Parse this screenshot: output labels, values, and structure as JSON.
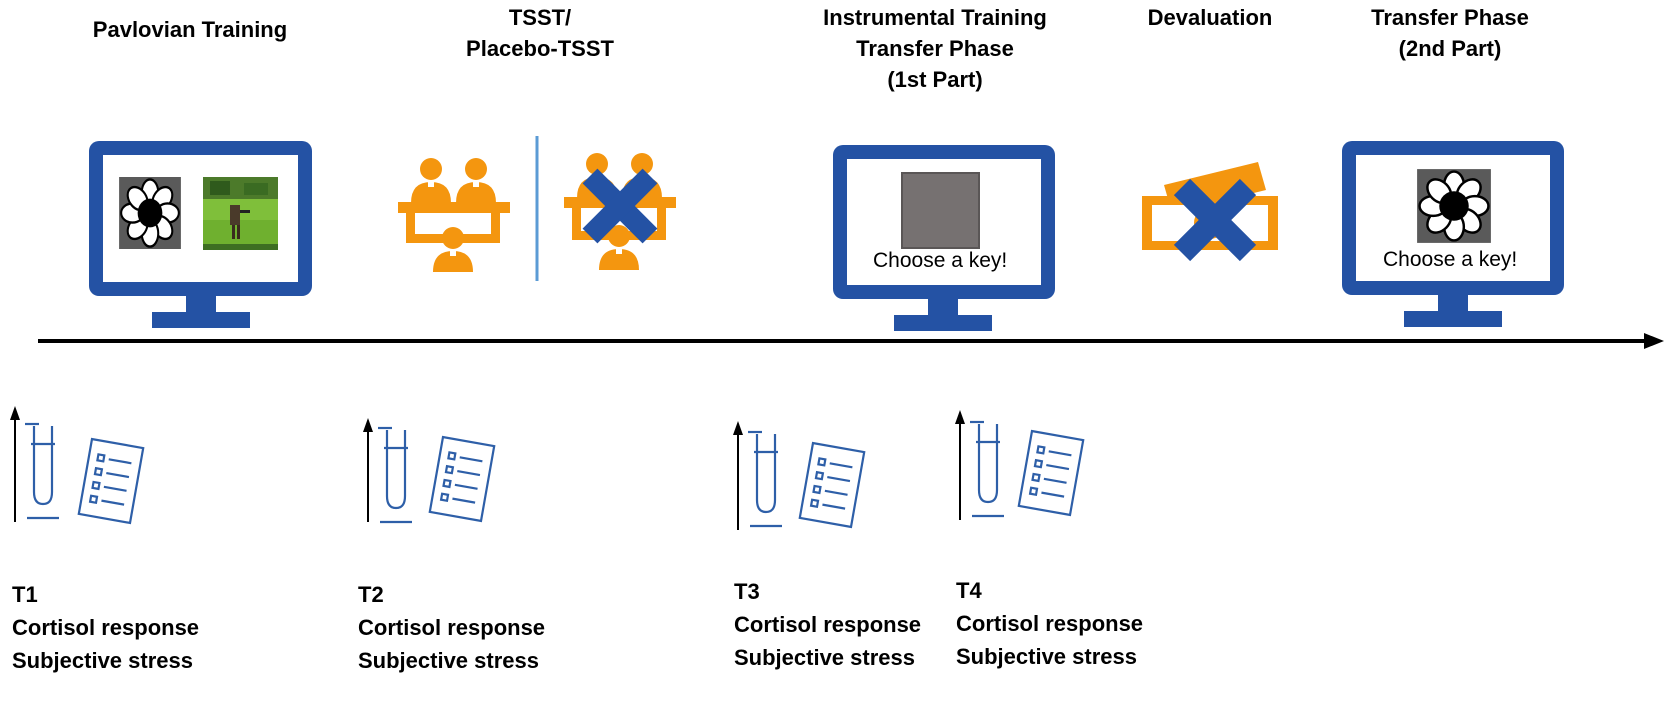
{
  "phases": [
    {
      "id": "pavlovian",
      "title": "Pavlovian Training"
    },
    {
      "id": "tsst",
      "title": "TSST/\nPlacebo-TSST"
    },
    {
      "id": "instrumental",
      "title": "Instrumental Training\nTransfer Phase\n(1st Part)"
    },
    {
      "id": "devaluation",
      "title": "Devaluation"
    },
    {
      "id": "transfer2",
      "title": "Transfer Phase\n(2nd Part)"
    }
  ],
  "screens": {
    "instrumental_prompt": "Choose a key!",
    "transfer2_prompt": "Choose a key!"
  },
  "measurements": [
    {
      "time": "T1",
      "line1": "Cortisol response",
      "line2": "Subjective stress"
    },
    {
      "time": "T2",
      "line1": "Cortisol response",
      "line2": "Subjective stress"
    },
    {
      "time": "T3",
      "line1": "Cortisol response",
      "line2": "Subjective stress"
    },
    {
      "time": "T4",
      "line1": "Cortisol response",
      "line2": "Subjective stress"
    }
  ],
  "colors": {
    "monitor": "#2452a4",
    "person": "#f4960f",
    "cross": "#2452a4",
    "divider": "#5b9bd5",
    "icon_line": "#2e5fa8",
    "stimulus_gray": "#767171"
  },
  "icons": [
    "monitor-icon",
    "people-at-desk-icon",
    "crossed-people-icon",
    "crossed-money-icon",
    "test-tube-icon",
    "questionnaire-icon",
    "flower-stimulus-icon",
    "game-image-icon",
    "up-arrow-icon",
    "timeline-arrow"
  ]
}
